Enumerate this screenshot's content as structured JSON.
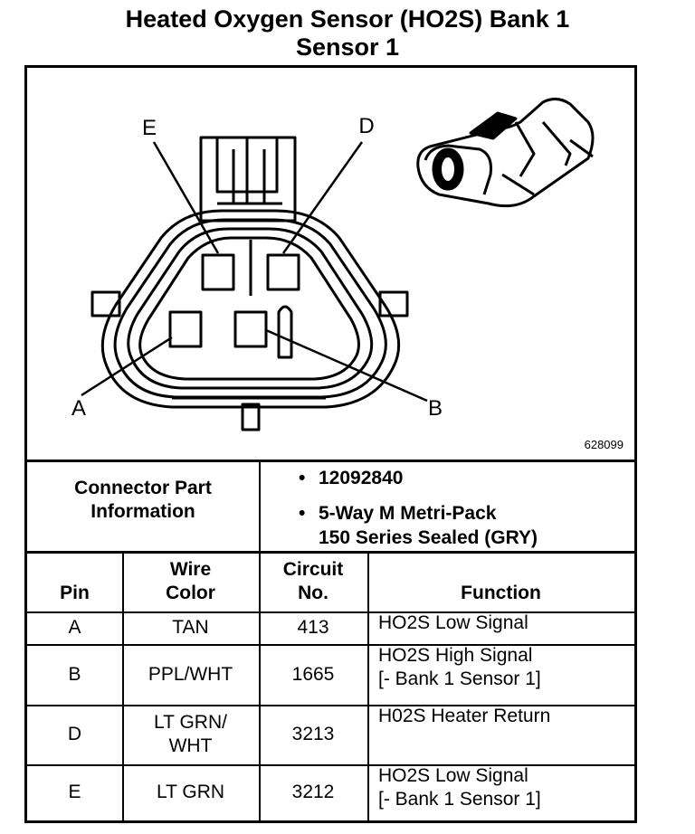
{
  "title_line1": "Heated Oxygen Sensor (HO2S) Bank 1",
  "title_line2": "Sensor 1",
  "figure_id": "628099",
  "pin_labels": {
    "e": "E",
    "d": "D",
    "a": "A",
    "b": "B"
  },
  "connector_info": {
    "label_line1": "Connector Part",
    "label_line2": "Information",
    "part_number": "12092840",
    "desc_line1": "5-Way M Metri-Pack",
    "desc_line2": "150 Series Sealed (GRY)"
  },
  "table": {
    "headers": {
      "pin": "Pin",
      "wire_line1": "Wire",
      "wire_line2": "Color",
      "circuit_line1": "Circuit",
      "circuit_line2": "No.",
      "function": "Function"
    },
    "rows": [
      {
        "pin": "A",
        "wire1": "TAN",
        "wire2": "",
        "circuit": "413",
        "func1": "HO2S Low Signal",
        "func2": ""
      },
      {
        "pin": "B",
        "wire1": "PPL/WHT",
        "wire2": "",
        "circuit": "1665",
        "func1": "HO2S High Signal",
        "func2": "[- Bank 1 Sensor 1]"
      },
      {
        "pin": "D",
        "wire1": "LT GRN/",
        "wire2": "WHT",
        "circuit": "3213",
        "func1": "H02S Heater Return",
        "func2": ""
      },
      {
        "pin": "E",
        "wire1": "LT GRN",
        "wire2": "",
        "circuit": "3212",
        "func1": "HO2S Low Signal",
        "func2": "[- Bank 1 Sensor 1]"
      }
    ]
  }
}
